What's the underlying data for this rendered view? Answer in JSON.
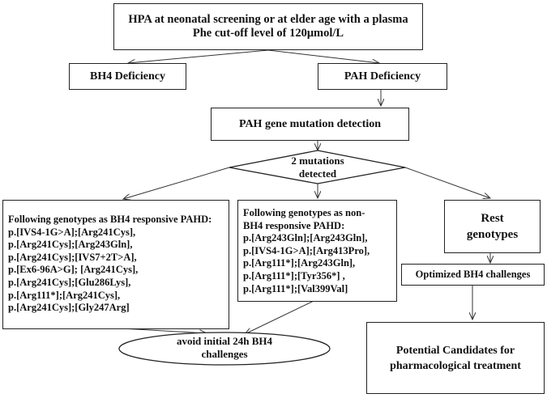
{
  "top_box": {
    "line1": "HPA at neonatal screening or at elder age with a plasma",
    "line2": "Phe cut-off level of 120μmol/L"
  },
  "bh4_deficiency": "BH4 Deficiency",
  "pah_deficiency": "PAH Deficiency",
  "pah_detection": "PAH gene mutation detection",
  "decision": {
    "line1": "2 mutations",
    "line2": "detected"
  },
  "bh4_responsive": {
    "heading": "Following genotypes as BH4 responsive PAHD:",
    "genotypes": [
      "p.[IVS4-1G>A];[Arg241Cys],",
      "p.[Arg241Cys];[Arg243Gln],",
      "p.[Arg241Cys];[IVS7+2T>A],",
      "p.[Ex6-96A>G]; [Arg241Cys],",
      "p.[Arg241Cys];[Glu286Lys],",
      "p.[Arg111*];[Arg241Cys],",
      "p.[Arg241Cys];[Gly247Arg]"
    ]
  },
  "non_responsive": {
    "heading1": "Following genotypes as non-",
    "heading2": "BH4 responsive  PAHD:",
    "genotypes": [
      "p.[Arg243Gln];[Arg243Gln],",
      "p.[IVS4-1G>A];[Arg413Pro],",
      "p.[Arg111*];[Arg243Gln],",
      "p.[Arg111*];[Tyr356*] ,",
      "p.[Arg111*];[Val399Val]"
    ]
  },
  "rest": {
    "line1": "Rest",
    "line2": "genotypes"
  },
  "optimized": "Optimized BH4 challenges",
  "avoid": {
    "line1": "avoid initial 24h BH4",
    "line2": "challenges"
  },
  "candidates": {
    "line1": "Potential Candidates for",
    "line2": "pharmacological  treatment"
  }
}
